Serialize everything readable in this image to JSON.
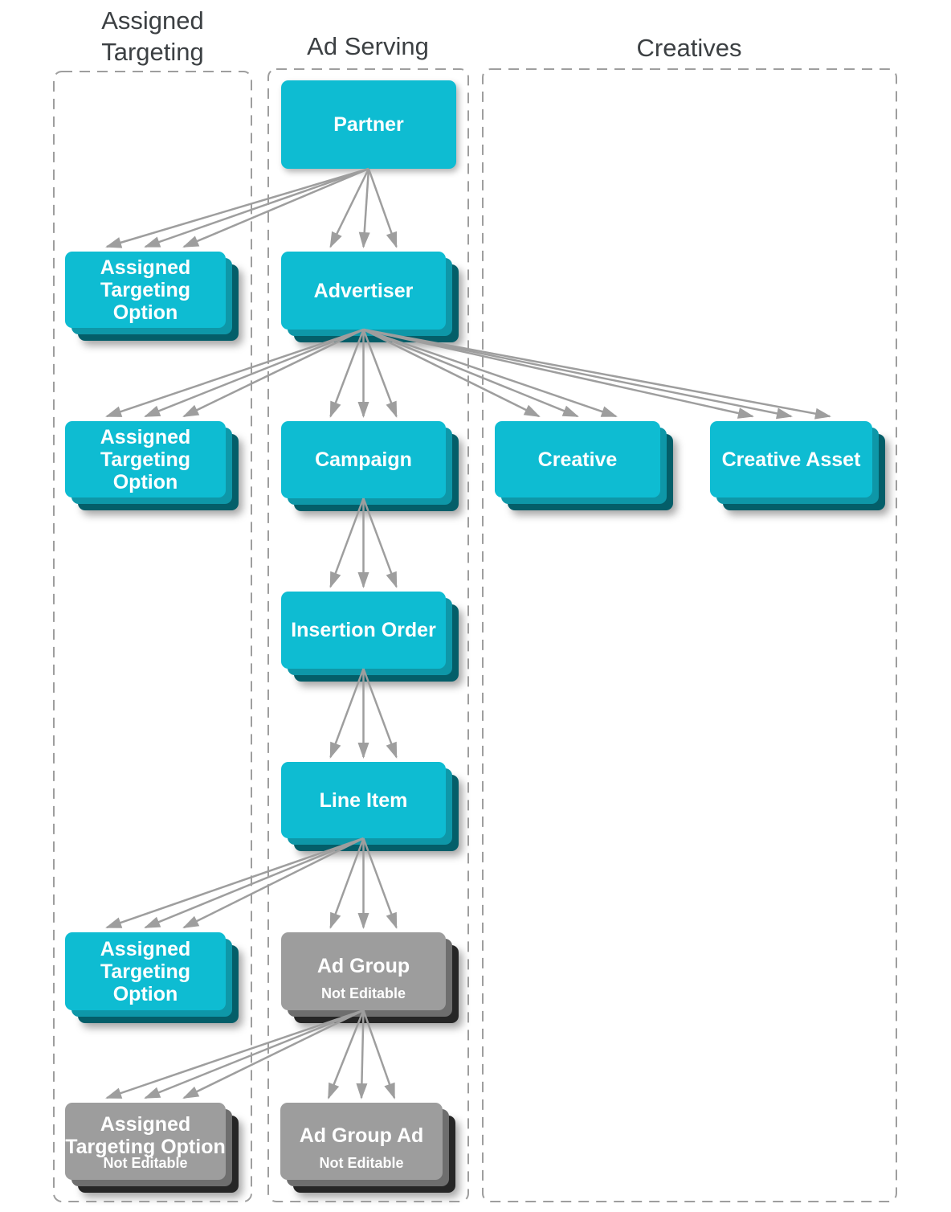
{
  "headers": [
    {
      "id": "assigned_targeting",
      "title": "Assigned Targeting"
    },
    {
      "id": "ad_serving",
      "title": "Ad Serving"
    },
    {
      "id": "creatives",
      "title": "Creatives"
    }
  ],
  "nodes": [
    {
      "id": "partner",
      "label_lines": [
        "Partner"
      ],
      "variant": "teal",
      "stacked": false,
      "column": "ad_serving"
    },
    {
      "id": "ato_partner",
      "label_lines": [
        "Assigned",
        "Targeting",
        "Option"
      ],
      "variant": "teal",
      "stacked": true,
      "column": "assigned_targeting"
    },
    {
      "id": "advertiser",
      "label_lines": [
        "Advertiser"
      ],
      "variant": "teal",
      "stacked": true,
      "column": "ad_serving"
    },
    {
      "id": "ato_advertiser",
      "label_lines": [
        "Assigned",
        "Targeting",
        "Option"
      ],
      "variant": "teal",
      "stacked": true,
      "column": "assigned_targeting"
    },
    {
      "id": "campaign",
      "label_lines": [
        "Campaign"
      ],
      "variant": "teal",
      "stacked": true,
      "column": "ad_serving"
    },
    {
      "id": "creative",
      "label_lines": [
        "Creative"
      ],
      "variant": "teal",
      "stacked": true,
      "column": "creatives"
    },
    {
      "id": "creative_asset",
      "label_lines": [
        "Creative Asset"
      ],
      "variant": "teal",
      "stacked": true,
      "column": "creatives"
    },
    {
      "id": "insertion_order",
      "label_lines": [
        "Insertion Order"
      ],
      "variant": "teal",
      "stacked": true,
      "column": "ad_serving"
    },
    {
      "id": "line_item",
      "label_lines": [
        "Line Item"
      ],
      "variant": "teal",
      "stacked": true,
      "column": "ad_serving"
    },
    {
      "id": "ato_line_item",
      "label_lines": [
        "Assigned",
        "Targeting",
        "Option"
      ],
      "variant": "teal",
      "stacked": true,
      "column": "assigned_targeting"
    },
    {
      "id": "ad_group",
      "label_lines": [
        "Ad Group"
      ],
      "sublabel": "Not Editable",
      "variant": "gray",
      "stacked": true,
      "column": "ad_serving"
    },
    {
      "id": "ato_ad_group",
      "label_lines": [
        "Assigned",
        "Targeting Option"
      ],
      "sublabel": "Not Editable",
      "variant": "gray",
      "stacked": true,
      "column": "assigned_targeting"
    },
    {
      "id": "ad_group_ad",
      "label_lines": [
        "Ad Group Ad"
      ],
      "sublabel": "Not Editable",
      "variant": "gray",
      "stacked": true,
      "column": "ad_serving"
    }
  ],
  "edges": [
    {
      "from": "partner",
      "to": "ato_partner"
    },
    {
      "from": "partner",
      "to": "advertiser"
    },
    {
      "from": "advertiser",
      "to": "ato_advertiser"
    },
    {
      "from": "advertiser",
      "to": "campaign"
    },
    {
      "from": "advertiser",
      "to": "creative"
    },
    {
      "from": "advertiser",
      "to": "creative_asset"
    },
    {
      "from": "campaign",
      "to": "insertion_order"
    },
    {
      "from": "insertion_order",
      "to": "line_item"
    },
    {
      "from": "line_item",
      "to": "ato_line_item"
    },
    {
      "from": "line_item",
      "to": "ad_group"
    },
    {
      "from": "ad_group",
      "to": "ato_ad_group"
    },
    {
      "from": "ad_group",
      "to": "ad_group_ad"
    }
  ],
  "colors": {
    "teal": "#0EBCD2",
    "teal_mid": "#0E97A8",
    "teal_dark": "#045E69",
    "gray": "#9D9D9D",
    "gray_mid": "#6E6E6E",
    "gray_dark": "#262626",
    "arrow": "#9E9E9E",
    "dash_border": "#9E9E9E",
    "header_text": "#3C4043"
  }
}
